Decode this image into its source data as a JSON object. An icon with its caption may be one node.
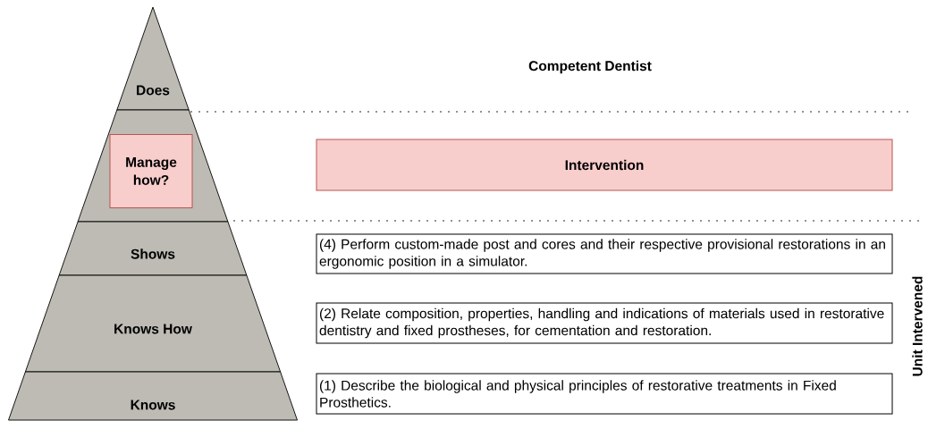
{
  "diagram": {
    "nodes": [
      {
        "text": [
          "Does"
        ]
      },
      {
        "text": [],
        "shape": "band"
      },
      {
        "text": [
          "Manage how?"
        ],
        "in": 1
      },
      {
        "text": [
          "Shows"
        ]
      },
      {
        "text": [
          "Knows How"
        ]
      },
      {
        "text": [
          "Knows"
        ]
      },
      {
        "text": [
          "Intervention"
        ]
      },
      {
        "text": [
          "(4) Perform custom-made post and cores and their respective provisional restorations in an ergonomic position in a simulator."
        ]
      },
      {
        "text": [
          "(2) Relate composition, properties, handling and indications of materials used in restorative dentistry and fixed prostheses, for cementation and restoration."
        ]
      },
      {
        "text": [
          "(1) Describe the biological and physical principles of restorative treatments in Fixed Prosthetics."
        ]
      }
    ],
    "edges": [],
    "labels": [
      "Competent Dentist",
      "Unit Intervened"
    ]
  }
}
